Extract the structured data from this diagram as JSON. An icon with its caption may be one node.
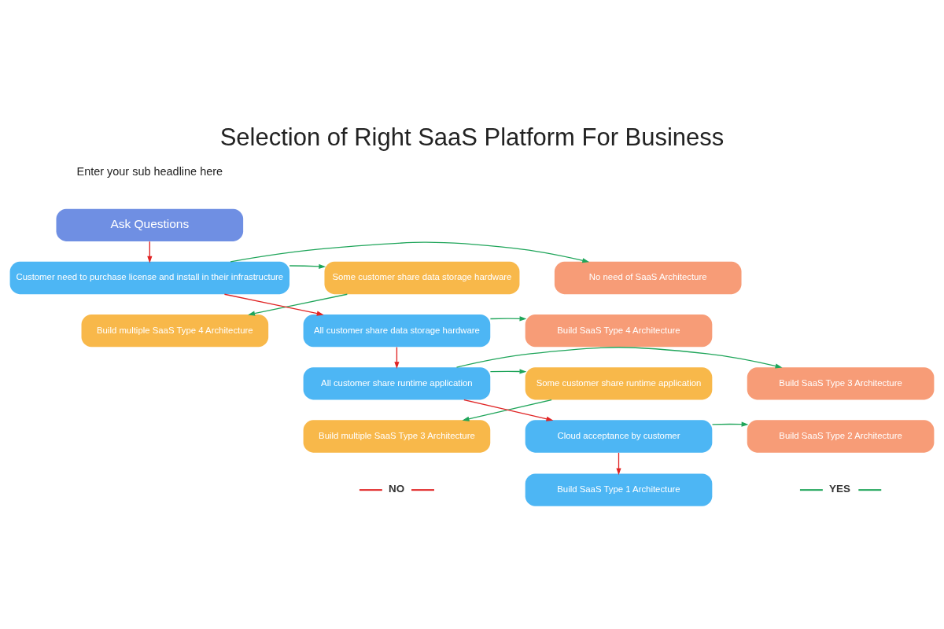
{
  "diagram": {
    "title": "Selection of Right SaaS Platform For Business",
    "nodes": [
      {
        "text": [
          "Ask Questions"
        ]
      },
      {
        "text": [
          "Some customer share data storage hardware"
        ]
      },
      {
        "text": [
          "Customer need to purchase license and install in their infrastructure"
        ]
      },
      {
        "text": [
          "No need of SaaS Architecture"
        ]
      },
      {
        "text": [
          "Build multiple SaaS Type 4 Architecture"
        ]
      },
      {
        "text": [
          "All customer share data storage hardware"
        ]
      },
      {
        "text": [
          "Build SaaS Type 4 Architecture"
        ]
      },
      {
        "text": [
          "Some customer share runtime application"
        ]
      },
      {
        "text": [
          "All customer share runtime application"
        ]
      },
      {
        "text": [
          "Build SaaS Type 3 Architecture"
        ]
      },
      {
        "text": [
          "Build multiple SaaS Type 3 Architecture"
        ]
      },
      {
        "text": [
          "Cloud acceptance by customer"
        ]
      },
      {
        "text": [
          "Build SaaS Type 2 Architecture"
        ]
      },
      {
        "text": [
          "Build SaaS Type 1 Architecture"
        ]
      }
    ],
    "edges": [
      {
        "from": 0,
        "to": 2,
        "arrow": "to",
        "color": "#e02424"
      },
      {
        "from": 2,
        "to": 1,
        "arrow": "to"
      },
      {
        "from": 2,
        "to": 3,
        "arrow": "to"
      },
      {
        "from": 1,
        "to": 4,
        "arrow": "to"
      },
      {
        "from": 2,
        "to": 5,
        "arrow": "to",
        "color": "#e02424"
      },
      {
        "from": 5,
        "to": 6,
        "arrow": "to"
      },
      {
        "from": 5,
        "to": 8,
        "arrow": "to",
        "color": "#e02424"
      },
      {
        "from": 8,
        "to": 7,
        "arrow": "to"
      },
      {
        "from": 8,
        "to": 9,
        "arrow": "to"
      },
      {
        "from": 7,
        "to": 10,
        "arrow": "to"
      },
      {
        "from": 8,
        "to": 11,
        "arrow": "to",
        "color": "#e02424"
      },
      {
        "from": 11,
        "to": 12,
        "arrow": "to"
      },
      {
        "from": 11,
        "to": 13,
        "arrow": "to",
        "color": "#e02424"
      }
    ],
    "labels": [
      "Enter your sub headline here"
    ],
    "legend": [
      {
        "text": "NO"
      },
      {
        "text": "YES"
      }
    ]
  }
}
